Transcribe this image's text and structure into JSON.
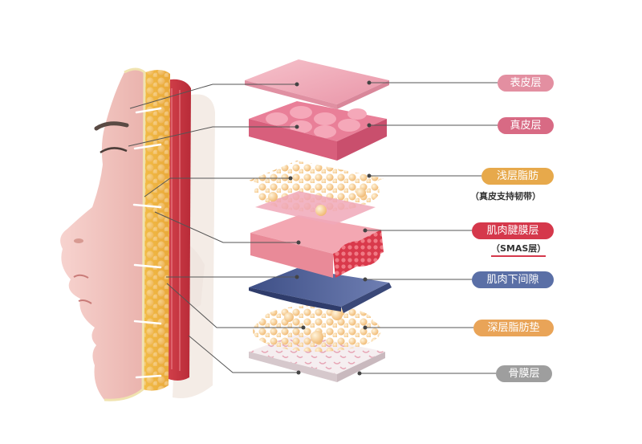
{
  "layers": [
    {
      "label": "表皮层",
      "color": "#e38fa1"
    },
    {
      "label": "真皮层",
      "color": "#d86a84"
    },
    {
      "label": "浅层脂肪",
      "color": "#e7a94b",
      "note": "（真皮支持韧带）"
    },
    {
      "label": "肌肉腱膜层",
      "color": "#d5384b",
      "note": "（SMAS层）"
    },
    {
      "label": "肌肉下间隙",
      "color": "#5a6fa6"
    },
    {
      "label": "深层脂肪垫",
      "color": "#e9a458"
    },
    {
      "label": "骨膜层",
      "color": "#9e9e9e"
    }
  ],
  "icons": {
    "face": "face-cross-section-icon",
    "stack": "skin-layer-stack-icon"
  }
}
